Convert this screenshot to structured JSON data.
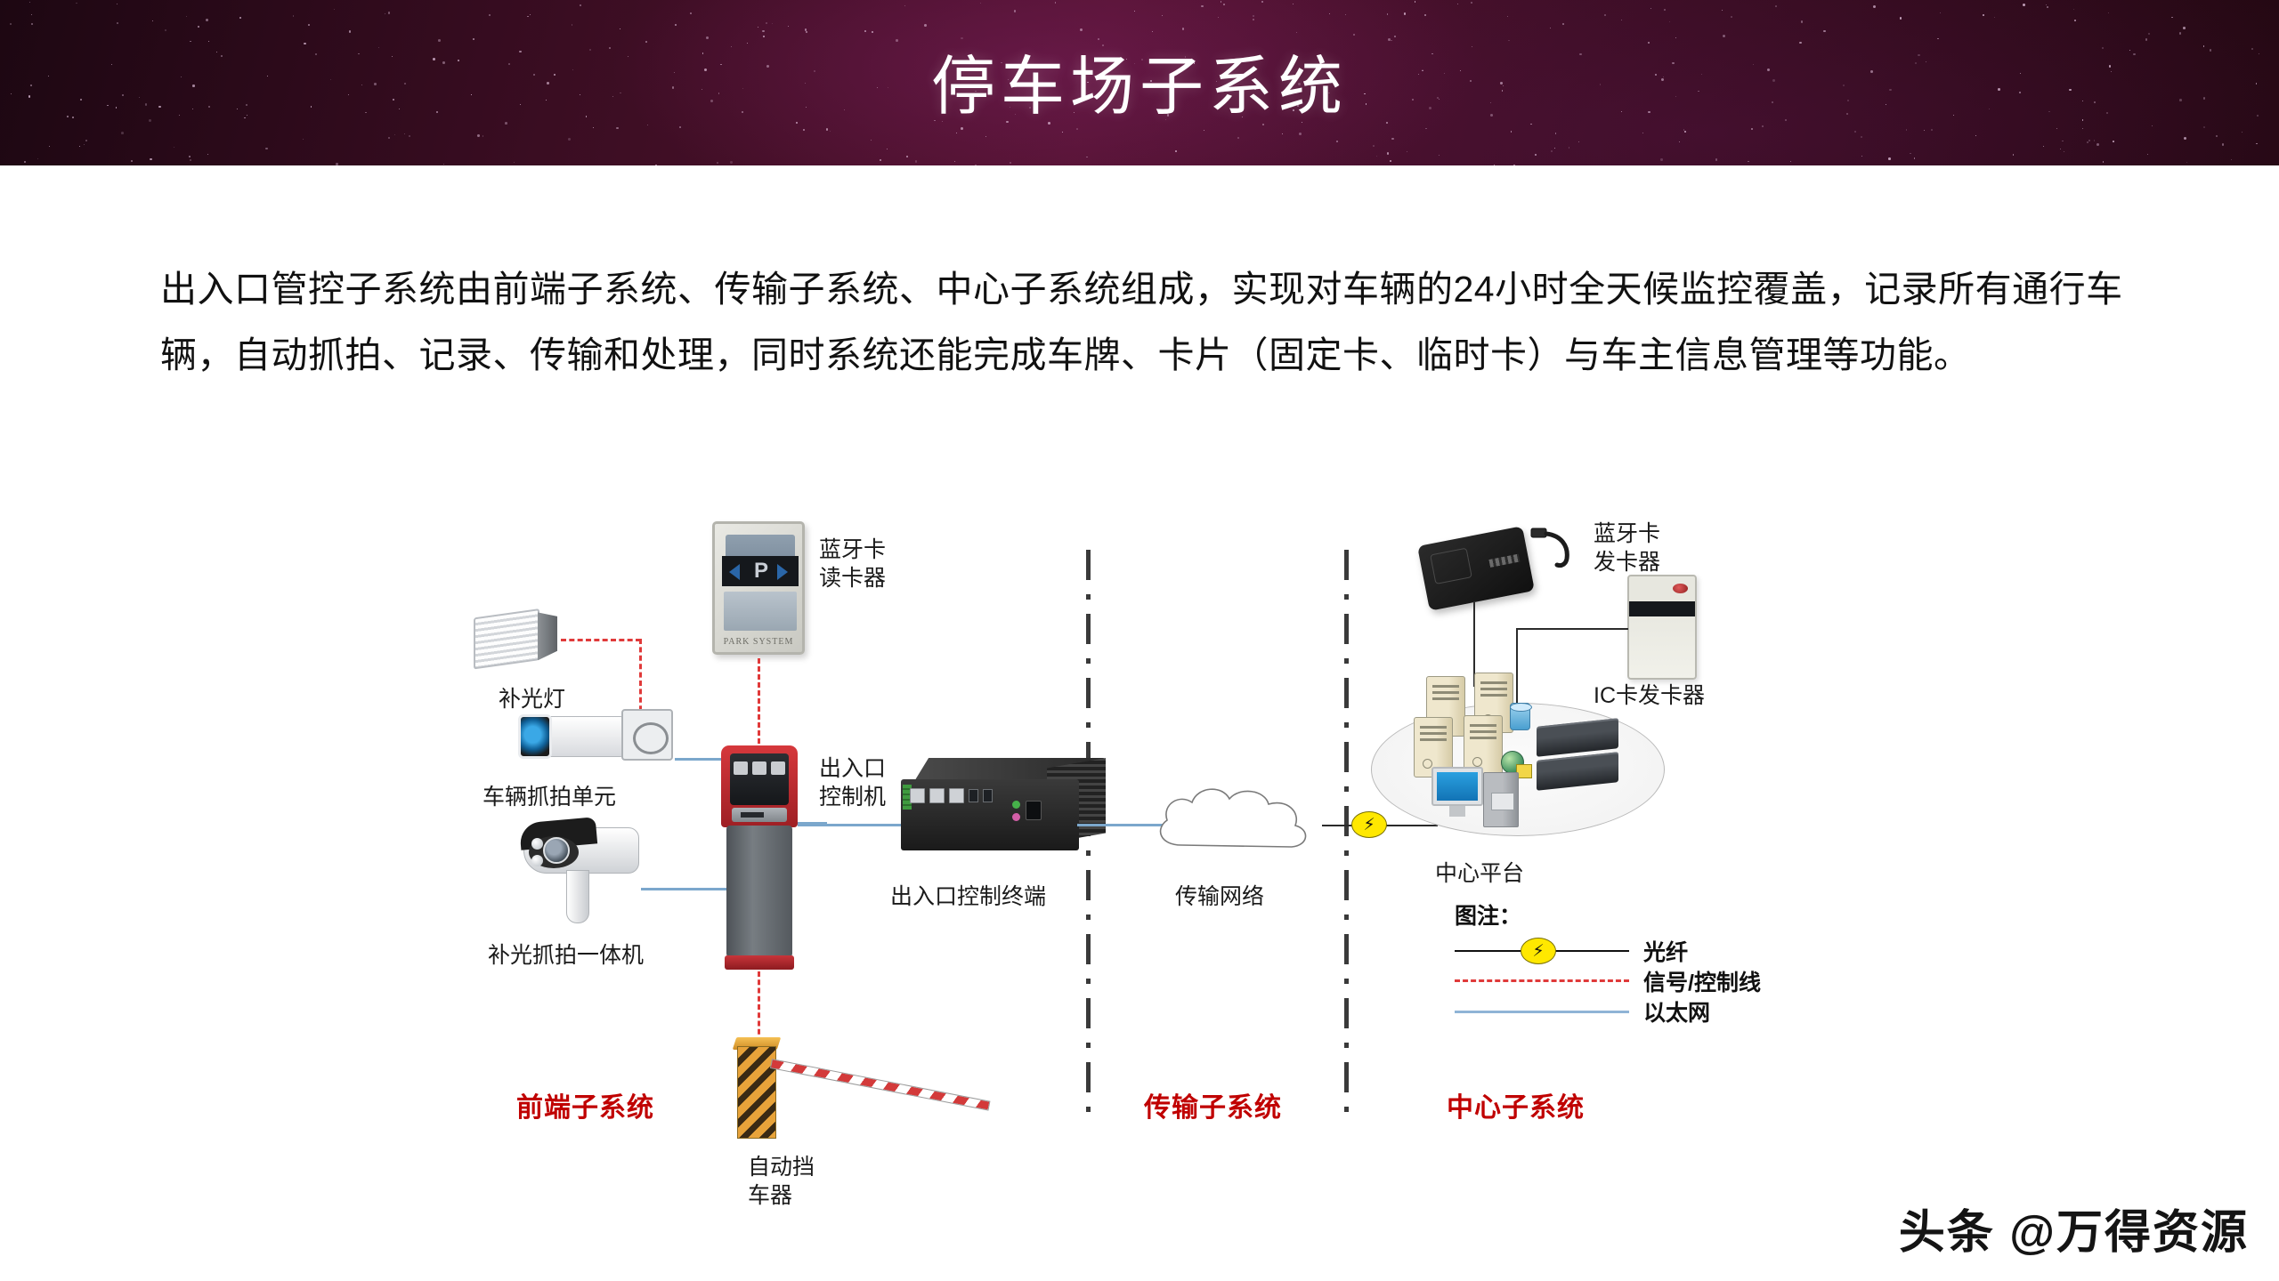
{
  "header": {
    "title": "停车场子系统"
  },
  "body": {
    "paragraph": "出入口管控子系统由前端子系统、传输子系统、中心子系统组成，实现对车辆的24小时全天候监控覆盖，记录所有通行车辆，自动抓拍、记录、传输和处理，同时系统还能完成车牌、卡片（固定卡、临时卡）与车主信息管理等功能。"
  },
  "diagram": {
    "devices": {
      "fill_light": "补光灯",
      "capture_unit": "车辆抓拍单元",
      "all_in_one_camera": "补光抓拍一体机",
      "bt_card_reader": "蓝牙卡\n读卡器",
      "bt_reader_brand": "PARK SYSTEM",
      "entrance_controller": "出入口\n控制机",
      "entrance_terminal": "出入口控制终端",
      "auto_barrier": "自动挡\n车器",
      "transmission_network": "传输网络",
      "bt_card_issuer": "蓝牙卡\n发卡器",
      "ic_card_issuer": "IC卡发卡器",
      "center_platform": "中心平台"
    },
    "zones": {
      "front_end": "前端子系统",
      "transmission": "传输子系统",
      "center": "中心子系统"
    },
    "legend": {
      "title": "图注：",
      "items": [
        {
          "label": "光纤",
          "style": "solid-black-with-fiber-icon",
          "color": "#111111"
        },
        {
          "label": "信号/控制线",
          "style": "dashed-red",
          "color": "#e03a3a"
        },
        {
          "label": "以太网",
          "style": "solid-blue",
          "color": "#8fb4d6"
        }
      ]
    },
    "colors": {
      "zone_label": "#c00000",
      "ethernet": "#8fb4d6",
      "signal": "#e03a3a",
      "fiber": "#111111",
      "fiber_icon": "#ffe800",
      "header_band": "#3a0d22"
    }
  },
  "watermark": {
    "text": "头条 @万得资源"
  }
}
